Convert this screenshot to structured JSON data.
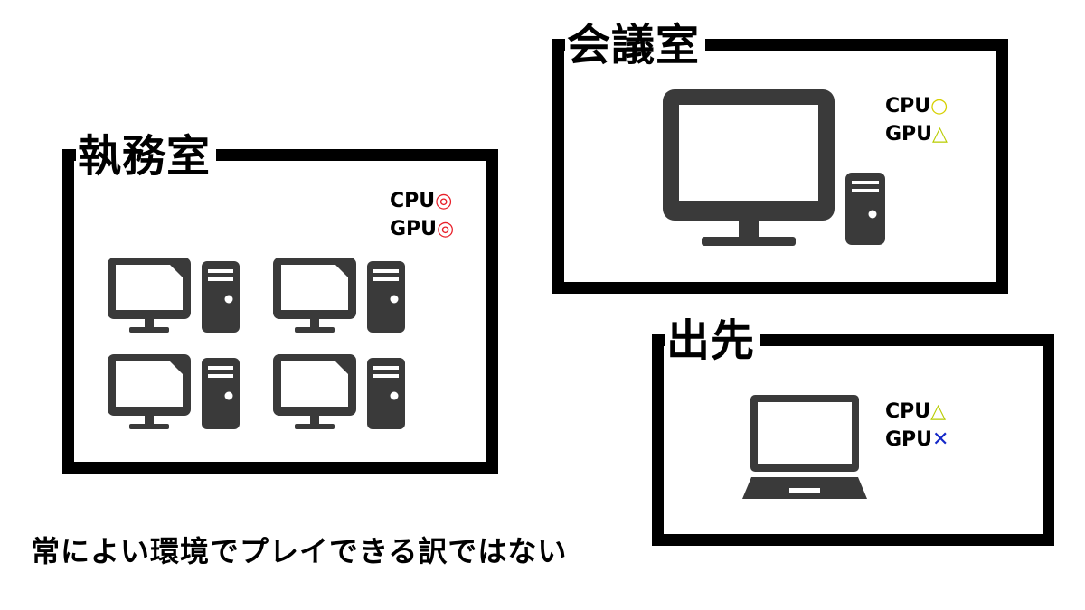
{
  "colors": {
    "border": "#000000",
    "device": "#3a3a3a",
    "excellent": "#e8202a",
    "good": "#c8d400",
    "fair": "#b8cc00",
    "poor": "#1428c8"
  },
  "rooms": {
    "office": {
      "title": "執務室",
      "devices": [
        "desktop-pc",
        "desktop-pc",
        "desktop-pc",
        "desktop-pc"
      ],
      "cpu": {
        "label": "CPU",
        "rating": "◎"
      },
      "gpu": {
        "label": "GPU",
        "rating": "◎"
      }
    },
    "meeting": {
      "title": "会議室",
      "devices": [
        "desktop-pc"
      ],
      "cpu": {
        "label": "CPU",
        "rating": "○"
      },
      "gpu": {
        "label": "GPU",
        "rating": "△"
      }
    },
    "remote": {
      "title": "出先",
      "devices": [
        "laptop"
      ],
      "cpu": {
        "label": "CPU",
        "rating": "△"
      },
      "gpu": {
        "label": "GPU",
        "rating": "✕"
      }
    }
  },
  "caption": "常によい環境でプレイできる訳ではない"
}
